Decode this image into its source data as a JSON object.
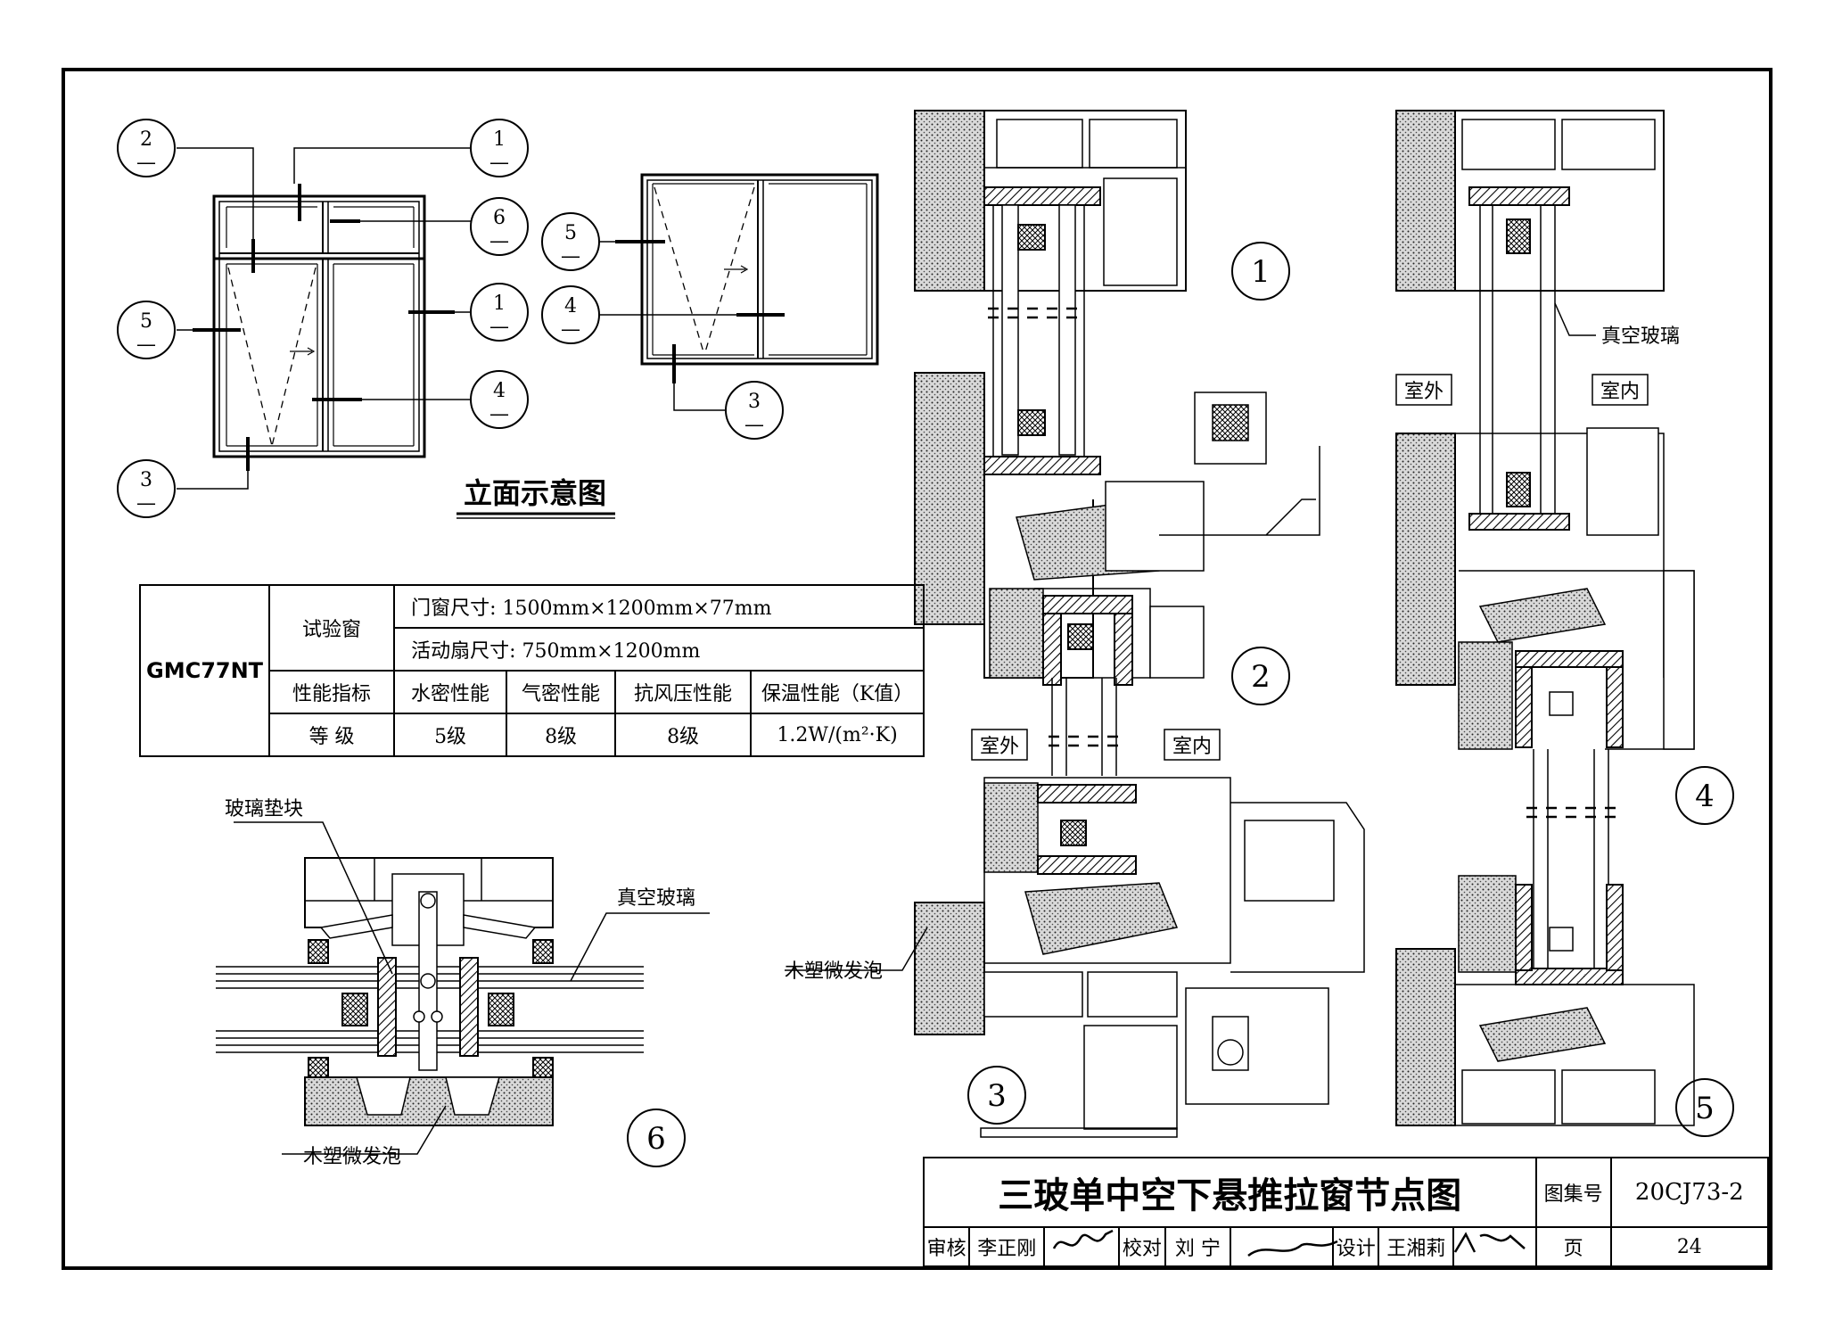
{
  "elevation": {
    "title": "立面示意图",
    "callouts": [
      {
        "id": "callout-2-top",
        "num": "2"
      },
      {
        "id": "callout-1-top",
        "num": "1"
      },
      {
        "id": "callout-6",
        "num": "6"
      },
      {
        "id": "callout-5-left",
        "num": "5"
      },
      {
        "id": "callout-1-mid",
        "num": "1"
      },
      {
        "id": "callout-4-left",
        "num": "4"
      },
      {
        "id": "callout-3-left",
        "num": "3"
      },
      {
        "id": "callout-5-right",
        "num": "5"
      },
      {
        "id": "callout-4-right",
        "num": "4"
      },
      {
        "id": "callout-3-right",
        "num": "3"
      }
    ],
    "dash": "—"
  },
  "spec_table": {
    "model": "GMC77NT",
    "test_window_label": "试验窗",
    "window_size": "门窗尺寸: 1500mm×1200mm×77mm",
    "sash_size": "活动扇尺寸: 750mm×1200mm",
    "perf_label": "性能指标",
    "headers": [
      "水密性能",
      "气密性能",
      "抗风压性能",
      "保温性能（K值）"
    ],
    "grade_label": "等 级",
    "grades": [
      "5级",
      "8级",
      "8级",
      "1.2W/(m²·K)"
    ]
  },
  "detail_labels": {
    "glass_block": "玻璃垫块",
    "vacuum_glass_6": "真空玻璃",
    "wpc_foam_6": "木塑微发泡",
    "node_6": "6",
    "node_1": "1",
    "node_2": "2",
    "node_3": "3",
    "node_4": "4",
    "node_5": "5",
    "outdoor_mid": "室外",
    "indoor_mid": "室内",
    "wpc_foam_3": "木塑微发泡",
    "vacuum_glass_right": "真空玻璃",
    "outdoor_right": "室外",
    "indoor_right": "室内"
  },
  "title_block": {
    "title": "三玻单中空下悬推拉窗节点图",
    "atlas_label": "图集号",
    "atlas_no": "20CJ73-2",
    "review_label": "审核",
    "reviewer": "李正刚",
    "check_label": "校对",
    "checker": "刘 宁",
    "design_label": "设计",
    "designer": "王湘莉",
    "page_label": "页",
    "page_no": "24"
  }
}
